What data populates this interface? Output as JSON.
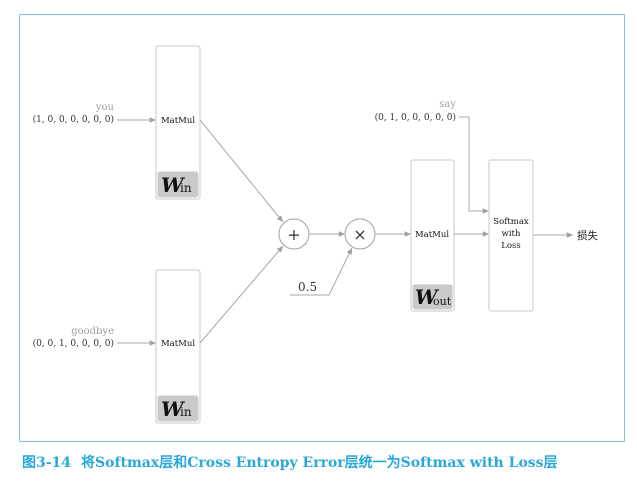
{
  "inputs": {
    "top": {
      "word": "you",
      "vector": "(1, 0, 0, 0, 0, 0, 0)"
    },
    "bottom": {
      "word": "goodbye",
      "vector": "(0, 0, 1, 0, 0, 0, 0)"
    },
    "target": {
      "word": "say",
      "vector": "(0, 1, 0, 0, 0, 0, 0)"
    }
  },
  "layers": {
    "matmul_label": "MatMul",
    "w_in": {
      "symbol": "W",
      "subscript": "in"
    },
    "w_out": {
      "symbol": "W",
      "subscript": "out"
    },
    "softmax": [
      "Softmax",
      "with",
      "Loss"
    ]
  },
  "operators": {
    "add": "+",
    "multiply": "×",
    "scale": "0.5"
  },
  "output_label": "损失",
  "caption": {
    "number": "图3-14",
    "text": "将Softmax层和Cross Entropy Error层统一为Softmax with Loss层"
  },
  "colors": {
    "frame": "#7fc6e0",
    "caption": "#2ba8d9",
    "line": "#a7a7a7",
    "weight_box": "#c9c9c9"
  }
}
